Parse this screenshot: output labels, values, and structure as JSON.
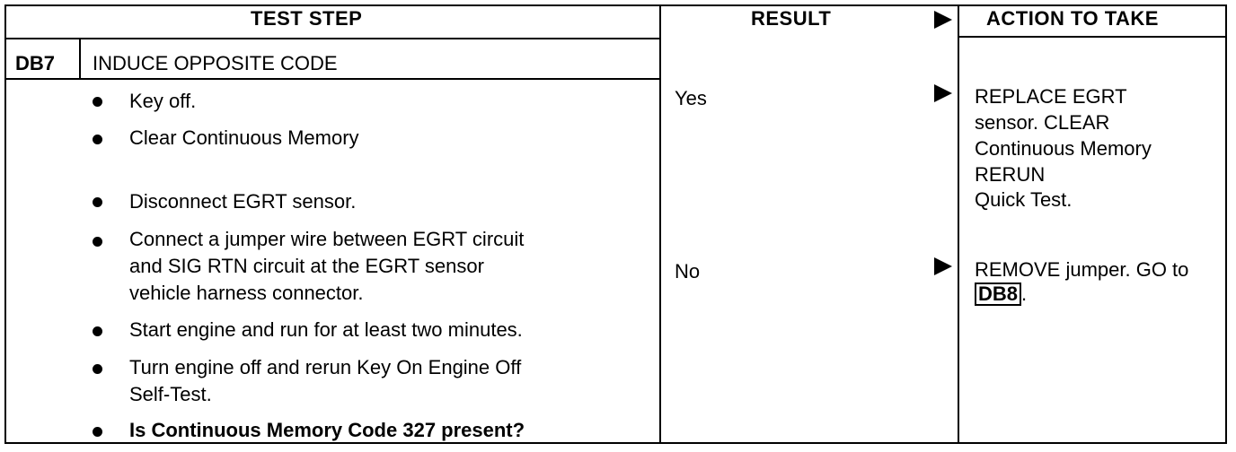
{
  "header": {
    "test_step": "TEST STEP",
    "result": "RESULT",
    "action": "ACTION TO TAKE"
  },
  "step": {
    "id": "DB7",
    "title": "INDUCE OPPOSITE CODE"
  },
  "bullets": [
    [
      "Key off."
    ],
    [
      "Clear Continuous Memory"
    ],
    [
      "Disconnect EGRT sensor."
    ],
    [
      "Connect a jumper wire between EGRT circuit",
      "and SIG RTN circuit at the EGRT sensor",
      "vehicle harness connector."
    ],
    [
      "Start engine and run for at least two minutes."
    ],
    [
      "Turn engine off and rerun Key On Engine Off",
      "Self-Test."
    ],
    [
      "Is Continuous Memory Code 327 present?"
    ]
  ],
  "results": {
    "yes": "Yes",
    "no": "No"
  },
  "actions": {
    "yes_lines": [
      "REPLACE EGRT",
      "sensor. CLEAR",
      "Continuous Memory",
      "RERUN",
      "Quick Test."
    ],
    "no_line1": "REMOVE jumper. GO to",
    "no_ref": "DB8",
    "no_suffix": "."
  }
}
